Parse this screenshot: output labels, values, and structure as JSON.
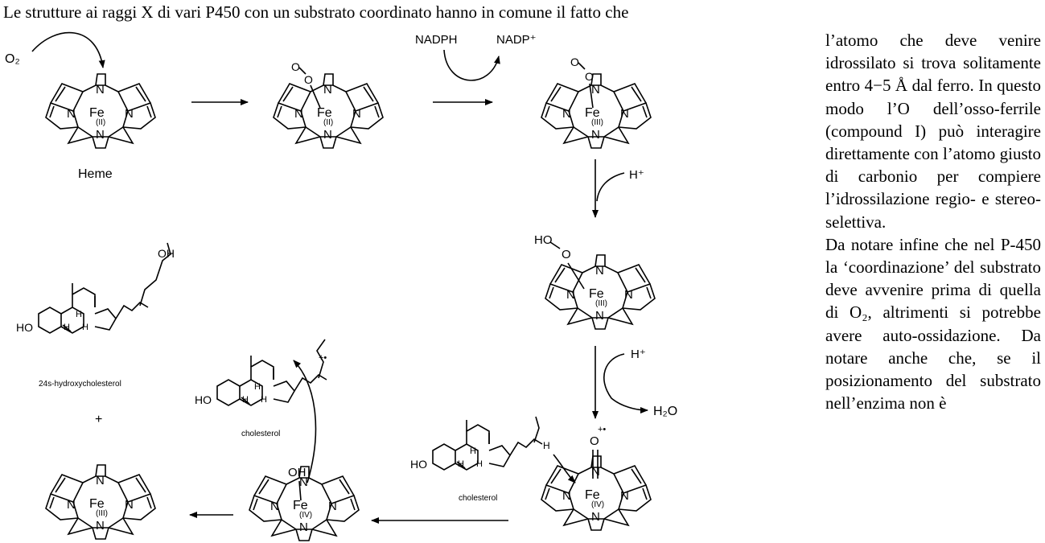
{
  "text": {
    "top_line": "Le strutture ai raggi X di vari P450 con un substrato coordinato hanno in comune il fatto che",
    "paragraph_1": "l’atomo che deve venire idrossilato si trova solitamente entro 4−5 Å dal ferro. In questo modo l’O dell’osso-ferrile (compound I) può interagire direttamente con l’atomo giusto di carbonio per compiere l’idrossilazione regio- e stereo-selettiva.",
    "paragraph_2": "Da notare infine che nel P-450 la ‘coordinazione’ del substrato deve avvenire prima di quella di O₂, altrimenti si potrebbe avere auto-ossidazione. Da notare anche che, se il posizionamento del substrato nell’enzima non è"
  },
  "scheme": {
    "o2_label": "O₂",
    "heme_label": "Heme",
    "nadph_label": "NADPH",
    "nadp_label": "NADP⁺",
    "h_plus_1": "H⁺",
    "h_plus_2": "H⁺",
    "h2o_label": "H₂O",
    "hydroperoxo_label": "HO",
    "hydroxy_label": "OH",
    "oxo_label": "O",
    "radical_cation": "+•",
    "product_label": "24s-hydroxycholesterol",
    "plus_sign": "+",
    "cholesterol_label_1": "cholesterol",
    "cholesterol_label_2": "cholesterol",
    "steroid_ho": "HO",
    "steroid_oh": "OH",
    "steroid_h": "H",
    "metal": "Fe",
    "nitrogen": "N",
    "ox_states": {
      "heme1": "(II)",
      "heme2": "(II)",
      "heme3": "(III)",
      "heme4": "(III)",
      "heme5": "(IV)",
      "heme6": "(IV)",
      "heme7": "(III)"
    }
  }
}
